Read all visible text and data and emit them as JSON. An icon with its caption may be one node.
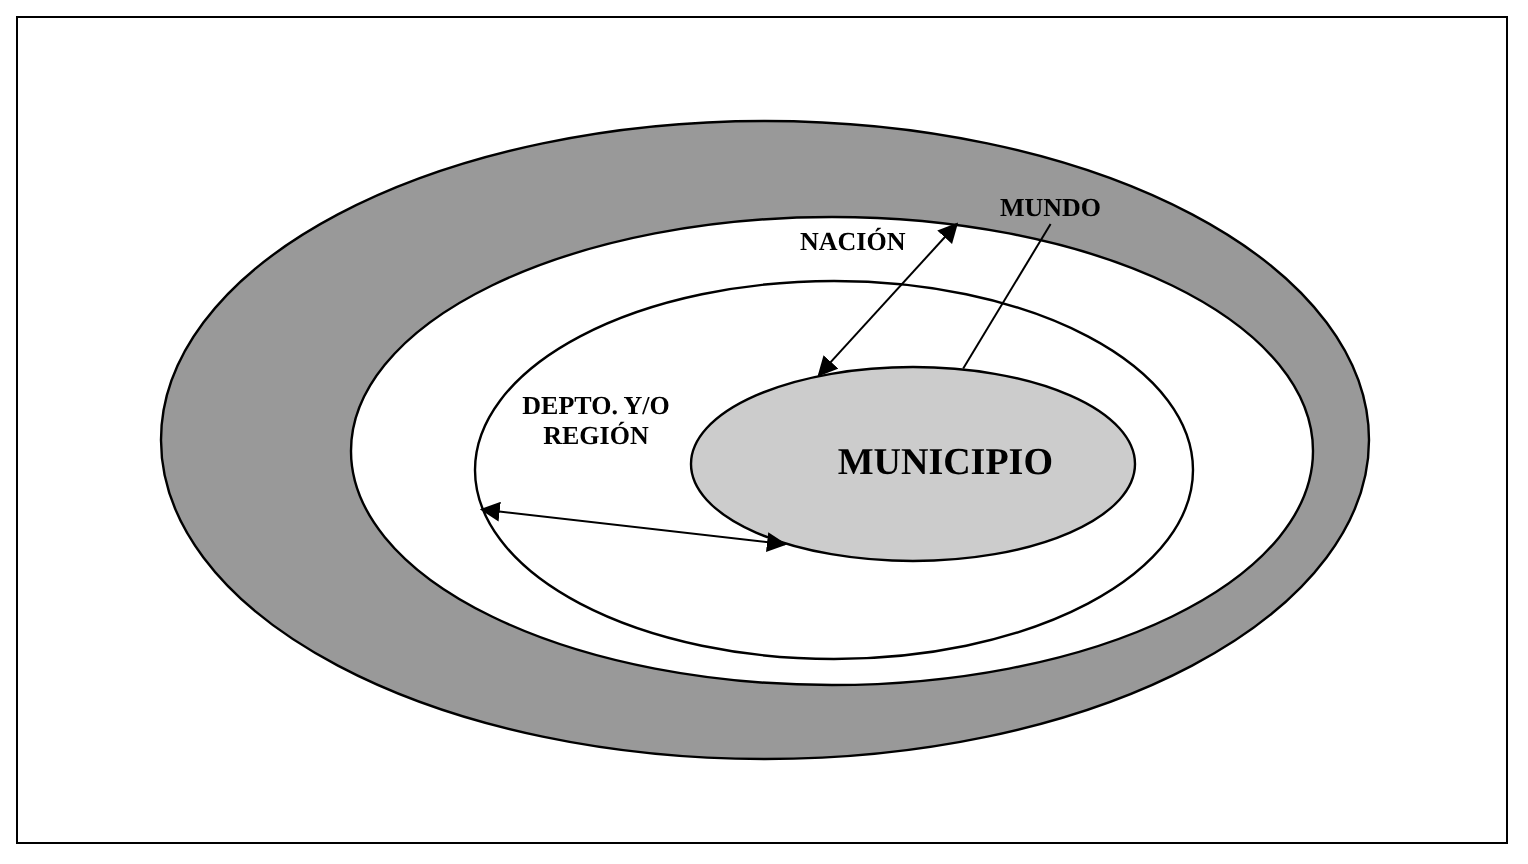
{
  "diagram": {
    "nodes": [
      {
        "text": [
          "MUNDO"
        ]
      },
      {
        "text": [
          "NACIÓN"
        ],
        "in": 0
      },
      {
        "text": [
          "DEPTO. Y/O REGIÓN"
        ],
        "in": 1
      },
      {
        "text": [
          "MUNICIPIO"
        ],
        "in": 2
      }
    ],
    "edges": [
      {
        "from": 3,
        "to": 2,
        "arrow": "both"
      },
      {
        "from": 3,
        "to": 1,
        "arrow": "both"
      },
      {
        "from": 0,
        "to": 3,
        "arrow": "none"
      }
    ]
  }
}
